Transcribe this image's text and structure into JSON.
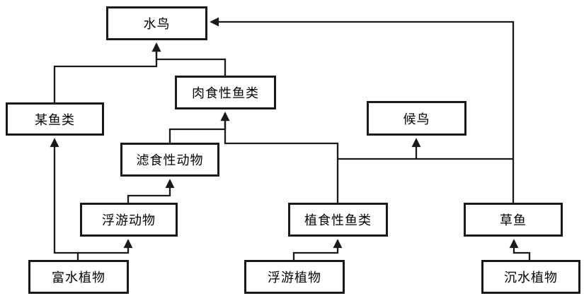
{
  "diagram": {
    "title": "food-web-flowchart",
    "background_color": "#ffffff",
    "line_color": "#1a1a1a",
    "box_border_color": "#1a1a1a",
    "box_fill_color": "#ffffff"
  },
  "nodes": {
    "shui_niao": {
      "label": "水鸟"
    },
    "rou_shi_xing_yu_lei": {
      "label": "肉食性鱼类"
    },
    "mou_yu_lei": {
      "label": "某鱼类"
    },
    "hou_niao": {
      "label": "候鸟"
    },
    "lv_shi_xing_dong_wu": {
      "label": "滤食性动物"
    },
    "fu_you_dong_wu": {
      "label": "浮游动物"
    },
    "zhi_shi_xing_yu_lei": {
      "label": "植食性鱼类"
    },
    "cao_yu": {
      "label": "草鱼"
    },
    "fu_shui_zhi_wu": {
      "label": "富水植物"
    },
    "fu_you_zhi_wu": {
      "label": "浮游植物"
    },
    "chen_shui_zhi_wu": {
      "label": "沉水植物"
    }
  },
  "edges": [
    {
      "from": "富水植物",
      "to": "某鱼类"
    },
    {
      "from": "富水植物",
      "to": "浮游动物"
    },
    {
      "from": "浮游动物",
      "to": "滤食性动物"
    },
    {
      "from": "滤食性动物",
      "to": "肉食性鱼类"
    },
    {
      "from": "植食性鱼类",
      "to": "肉食性鱼类"
    },
    {
      "from": "某鱼类",
      "to": "水鸟"
    },
    {
      "from": "肉食性鱼类",
      "to": "水鸟"
    },
    {
      "from": "草鱼",
      "to": "水鸟"
    },
    {
      "from": "植食性鱼类",
      "to": "候鸟"
    },
    {
      "from": "草鱼",
      "to": "候鸟"
    },
    {
      "from": "浮游植物",
      "to": "植食性鱼类"
    },
    {
      "from": "沉水植物",
      "to": "草鱼"
    }
  ]
}
